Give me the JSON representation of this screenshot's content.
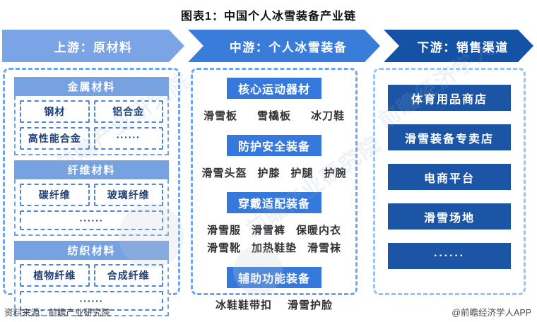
{
  "title": "图表1：中国个人冰雪装备产业链",
  "stages": [
    {
      "label": "上游：原材料",
      "color": "#7AA4E6"
    },
    {
      "label": "中游：个人冰雪装备",
      "color": "#3A7CDA"
    },
    {
      "label": "下游：销售渠道",
      "color": "#1452A6"
    }
  ],
  "upstream": {
    "groups": [
      {
        "header": "金属材料",
        "items": [
          "钢材",
          "铝合金",
          "高性能合金",
          "······"
        ]
      },
      {
        "header": "纤维材料",
        "items": [
          "碳纤维",
          "玻璃纤维"
        ],
        "wide": "······"
      },
      {
        "header": "纺织材料",
        "items": [
          "植物纤维",
          "合成纤维"
        ],
        "wide": "······"
      }
    ]
  },
  "midstream": {
    "sections": [
      {
        "header": "核心运动器材",
        "lines": [
          [
            "滑雪板",
            "雪橇板",
            "冰刀鞋"
          ]
        ]
      },
      {
        "header": "防护安全装备",
        "lines": [
          [
            "滑雪头盔",
            "护膝",
            "护腿",
            "护腕"
          ]
        ]
      },
      {
        "header": "穿戴适配装备",
        "lines": [
          [
            "滑雪服",
            "滑雪裤",
            "保暖内衣"
          ],
          [
            "滑雪靴",
            "加热鞋垫",
            "滑雪袜"
          ]
        ]
      },
      {
        "header": "辅助功能装备",
        "lines": [
          [
            "冰鞋鞋带扣",
            "滑雪护脸"
          ]
        ]
      }
    ]
  },
  "downstream": {
    "channels": [
      "体育用品商店",
      "滑雪装备专卖店",
      "电商平台",
      "滑雪场地",
      "······"
    ]
  },
  "footer": {
    "source": "资料来源：前瞻产业研究院",
    "credit": "@前瞻经济学人APP"
  },
  "watermarks": [
    "前瞻产业研究院",
    "前瞻产业研究院",
    "前瞻经济学人"
  ],
  "colors": {
    "stage_upstream": "#7AA4E6",
    "stage_midstream": "#3A7CDA",
    "stage_downstream": "#1452A6",
    "group_header_bg": "#76A2E2",
    "section_header_bg": "#3679DC",
    "channel_box_bg": "#1D55A6",
    "dashed_border": "#6FA5EA",
    "item_text": "#1C3E74"
  }
}
